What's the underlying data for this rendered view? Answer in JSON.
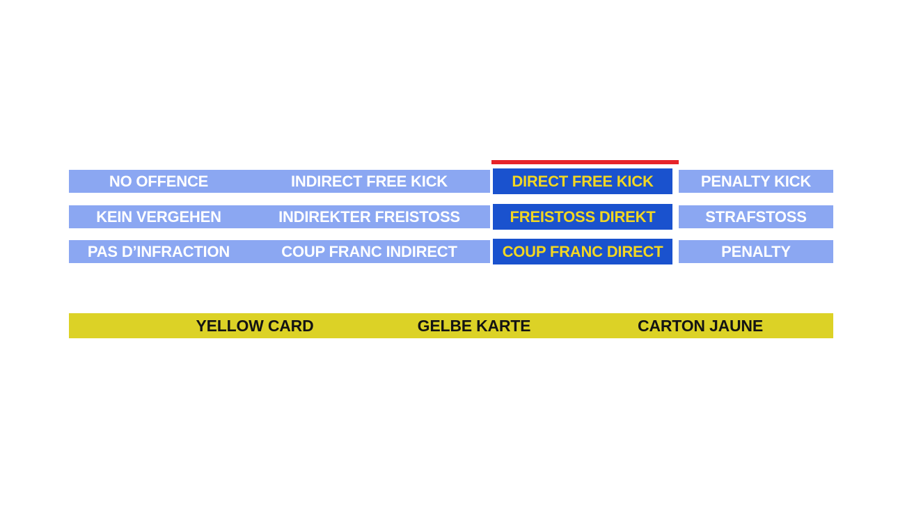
{
  "colors": {
    "background": "#ffffff",
    "option_light": "#8ba7f2",
    "option_selected": "#1a52ce",
    "option_text_light": "#ffffff",
    "option_text_selected": "#f2d722",
    "indicator_red": "#e6232a",
    "card_yellow": "#dcd226",
    "card_text": "#141414"
  },
  "answers": {
    "selected_column_index": 2,
    "rows": [
      {
        "cells": [
          "NO OFFENCE",
          "INDIRECT FREE KICK",
          "DIRECT FREE KICK",
          "PENALTY KICK"
        ]
      },
      {
        "cells": [
          "KEIN VERGEHEN",
          "INDIREKTER FREISTOSS",
          "FREISTOSS DIREKT",
          "STRAFSTOSS"
        ]
      },
      {
        "cells": [
          "PAS D’INFRACTION",
          "COUP FRANC INDIRECT",
          "COUP FRANC DIRECT",
          "PENALTY"
        ]
      }
    ]
  },
  "card_bar": {
    "labels": [
      "YELLOW CARD",
      "GELBE KARTE",
      "CARTON JAUNE"
    ]
  }
}
